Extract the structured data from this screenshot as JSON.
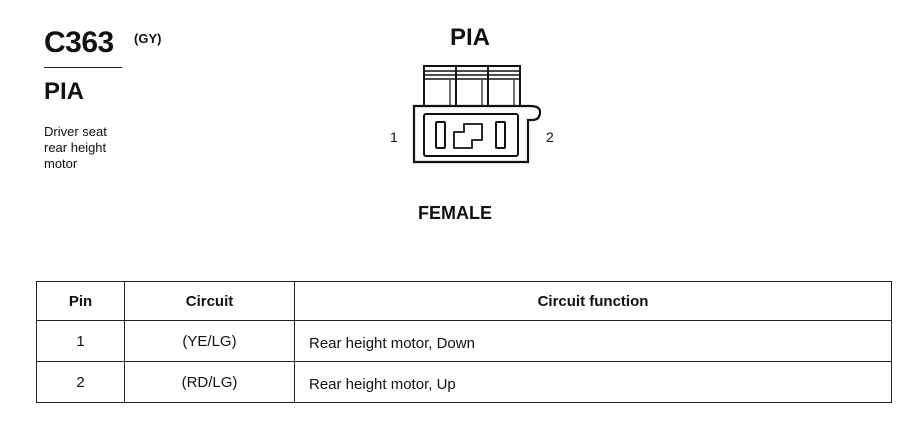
{
  "connector": {
    "id": "C363",
    "color_code": "(GY)",
    "name": "PIA",
    "description": [
      "Driver seat",
      "rear height",
      "motor"
    ]
  },
  "diagram": {
    "title": "PIA",
    "pin_left": "1",
    "pin_right": "2",
    "gender": "FEMALE"
  },
  "table": {
    "headers": {
      "pin": "Pin",
      "circuit": "Circuit",
      "function": "Circuit function"
    },
    "rows": [
      {
        "pin": "1",
        "circuit": "(YE/LG)",
        "function": "Rear height motor, Down"
      },
      {
        "pin": "2",
        "circuit": "(RD/LG)",
        "function": "Rear height motor, Up"
      }
    ]
  }
}
